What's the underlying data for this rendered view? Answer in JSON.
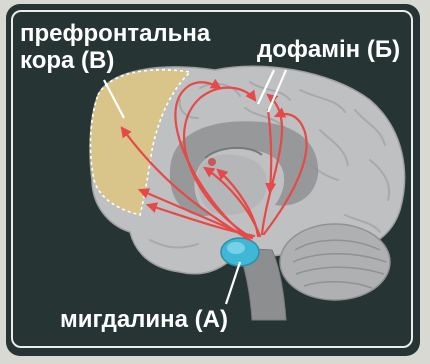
{
  "labels": {
    "prefrontal_line1": "префронтальна",
    "prefrontal_line2": "кора (В)",
    "dopamine": "дофамін (Б)",
    "amygdala": "мигдалина (А)"
  },
  "colors": {
    "background": "#263433",
    "brain": "#bfc0c1",
    "brain_inner": "#9ea0a2",
    "prefrontal_region": "#d9c48a",
    "amygdala": "#3fb8d7",
    "arrows": "#e74848",
    "label_text": "#ffffff"
  }
}
